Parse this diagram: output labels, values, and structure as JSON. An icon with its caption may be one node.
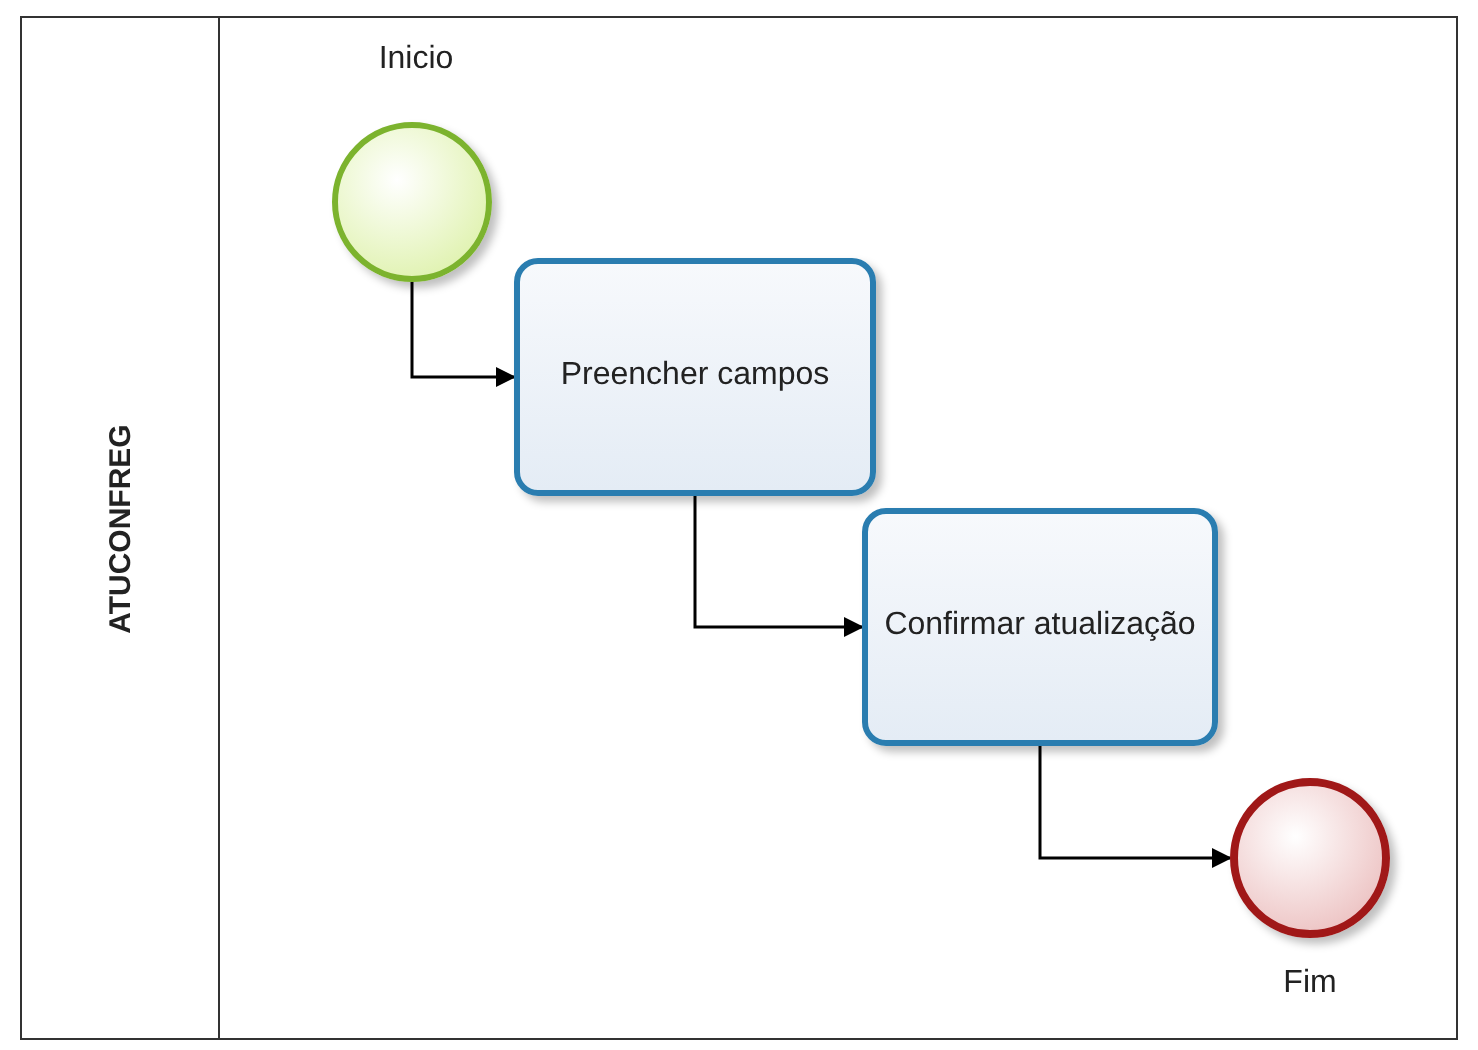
{
  "diagram": {
    "nodes": [
      {
        "text": [
          "ATUCONFREG"
        ]
      },
      {
        "text": [],
        "shape": "circle",
        "in": 0,
        "beside": [
          "Inicio"
        ]
      },
      {
        "text": [
          "Preencher campos"
        ],
        "in": 0
      },
      {
        "text": [
          "Confirmar atualização"
        ],
        "in": 0
      },
      {
        "text": [],
        "shape": "circle",
        "in": 0,
        "beside": [
          "Fim"
        ]
      }
    ],
    "edges": [
      {
        "from": 1,
        "to": 2,
        "arrow": "to"
      },
      {
        "from": 2,
        "to": 3,
        "arrow": "to"
      },
      {
        "from": 3,
        "to": 4,
        "arrow": "to"
      }
    ]
  }
}
